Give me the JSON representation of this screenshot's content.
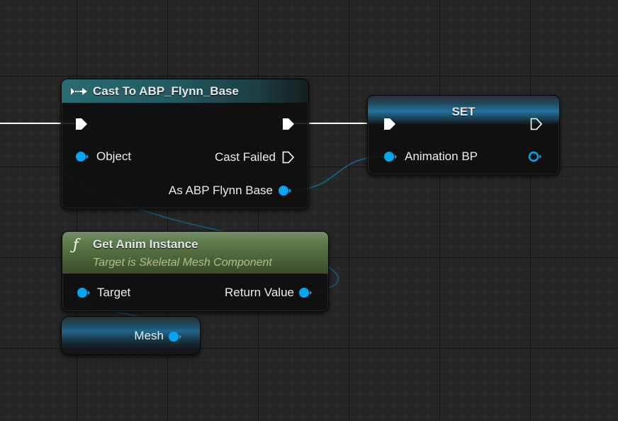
{
  "nodes": {
    "cast": {
      "title": "Cast To ABP_Flynn_Base",
      "pin_object": "Object",
      "pin_cast_failed": "Cast Failed",
      "pin_as": "As ABP Flynn Base"
    },
    "set": {
      "title": "SET",
      "pin_anim_bp": "Animation BP"
    },
    "get_anim": {
      "title": "Get Anim Instance",
      "subtitle": "Target is Skeletal Mesh Component",
      "pin_target": "Target",
      "pin_return": "Return Value"
    },
    "mesh": {
      "label": "Mesh"
    }
  },
  "colors": {
    "exec_wire": "#ffffff",
    "object_pin": "#00a8f3",
    "object_wire": "#0f5d86",
    "cast_header": "#235d65",
    "function_header": "#5e7b4a",
    "variable_header": "#1f6a8e"
  },
  "icons": [
    "cast-icon",
    "function-icon",
    "exec-pin-icon",
    "object-pin-icon"
  ]
}
